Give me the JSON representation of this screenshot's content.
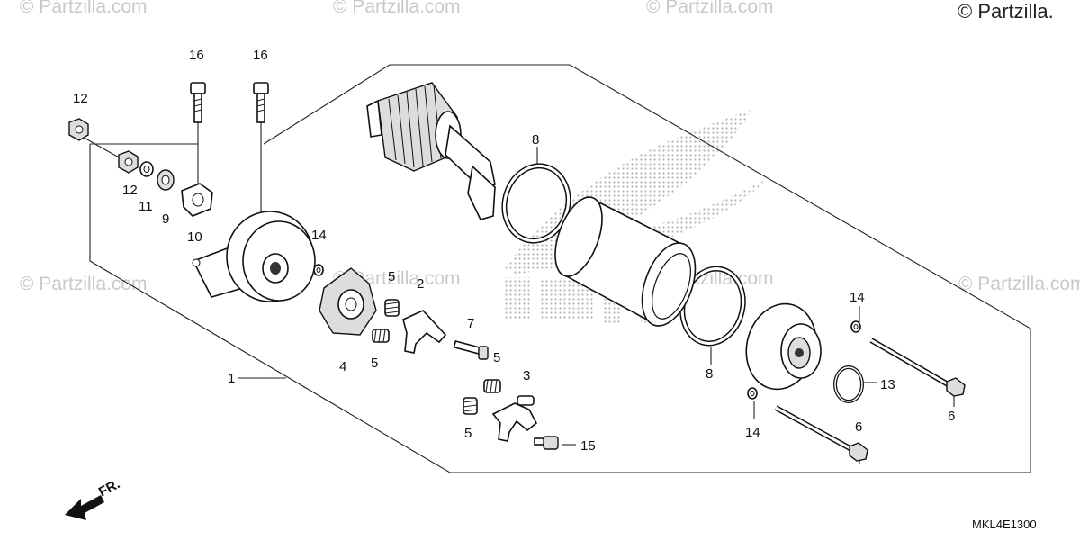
{
  "watermarks": {
    "corner": "© Partzilla.",
    "repeat": "© Partzilla.com"
  },
  "diagram_code": "MKL4E1300",
  "direction_label": "FR.",
  "callouts": {
    "c1": "1",
    "c2": "2",
    "c3": "3",
    "c4": "4",
    "c5a": "5",
    "c5b": "5",
    "c5c": "5",
    "c5d": "5",
    "c6a": "6",
    "c6b": "6",
    "c7": "7",
    "c8a": "8",
    "c8b": "8",
    "c9": "9",
    "c10": "10",
    "c11": "11",
    "c12a": "12",
    "c12b": "12",
    "c13": "13",
    "c14a": "14",
    "c14b": "14",
    "c14c": "14",
    "c15": "15",
    "c16a": "16",
    "c16b": "16"
  },
  "colors": {
    "line": "#222222",
    "watermark": "#c9c9c9",
    "logo_dots": "#b5b5b5"
  }
}
